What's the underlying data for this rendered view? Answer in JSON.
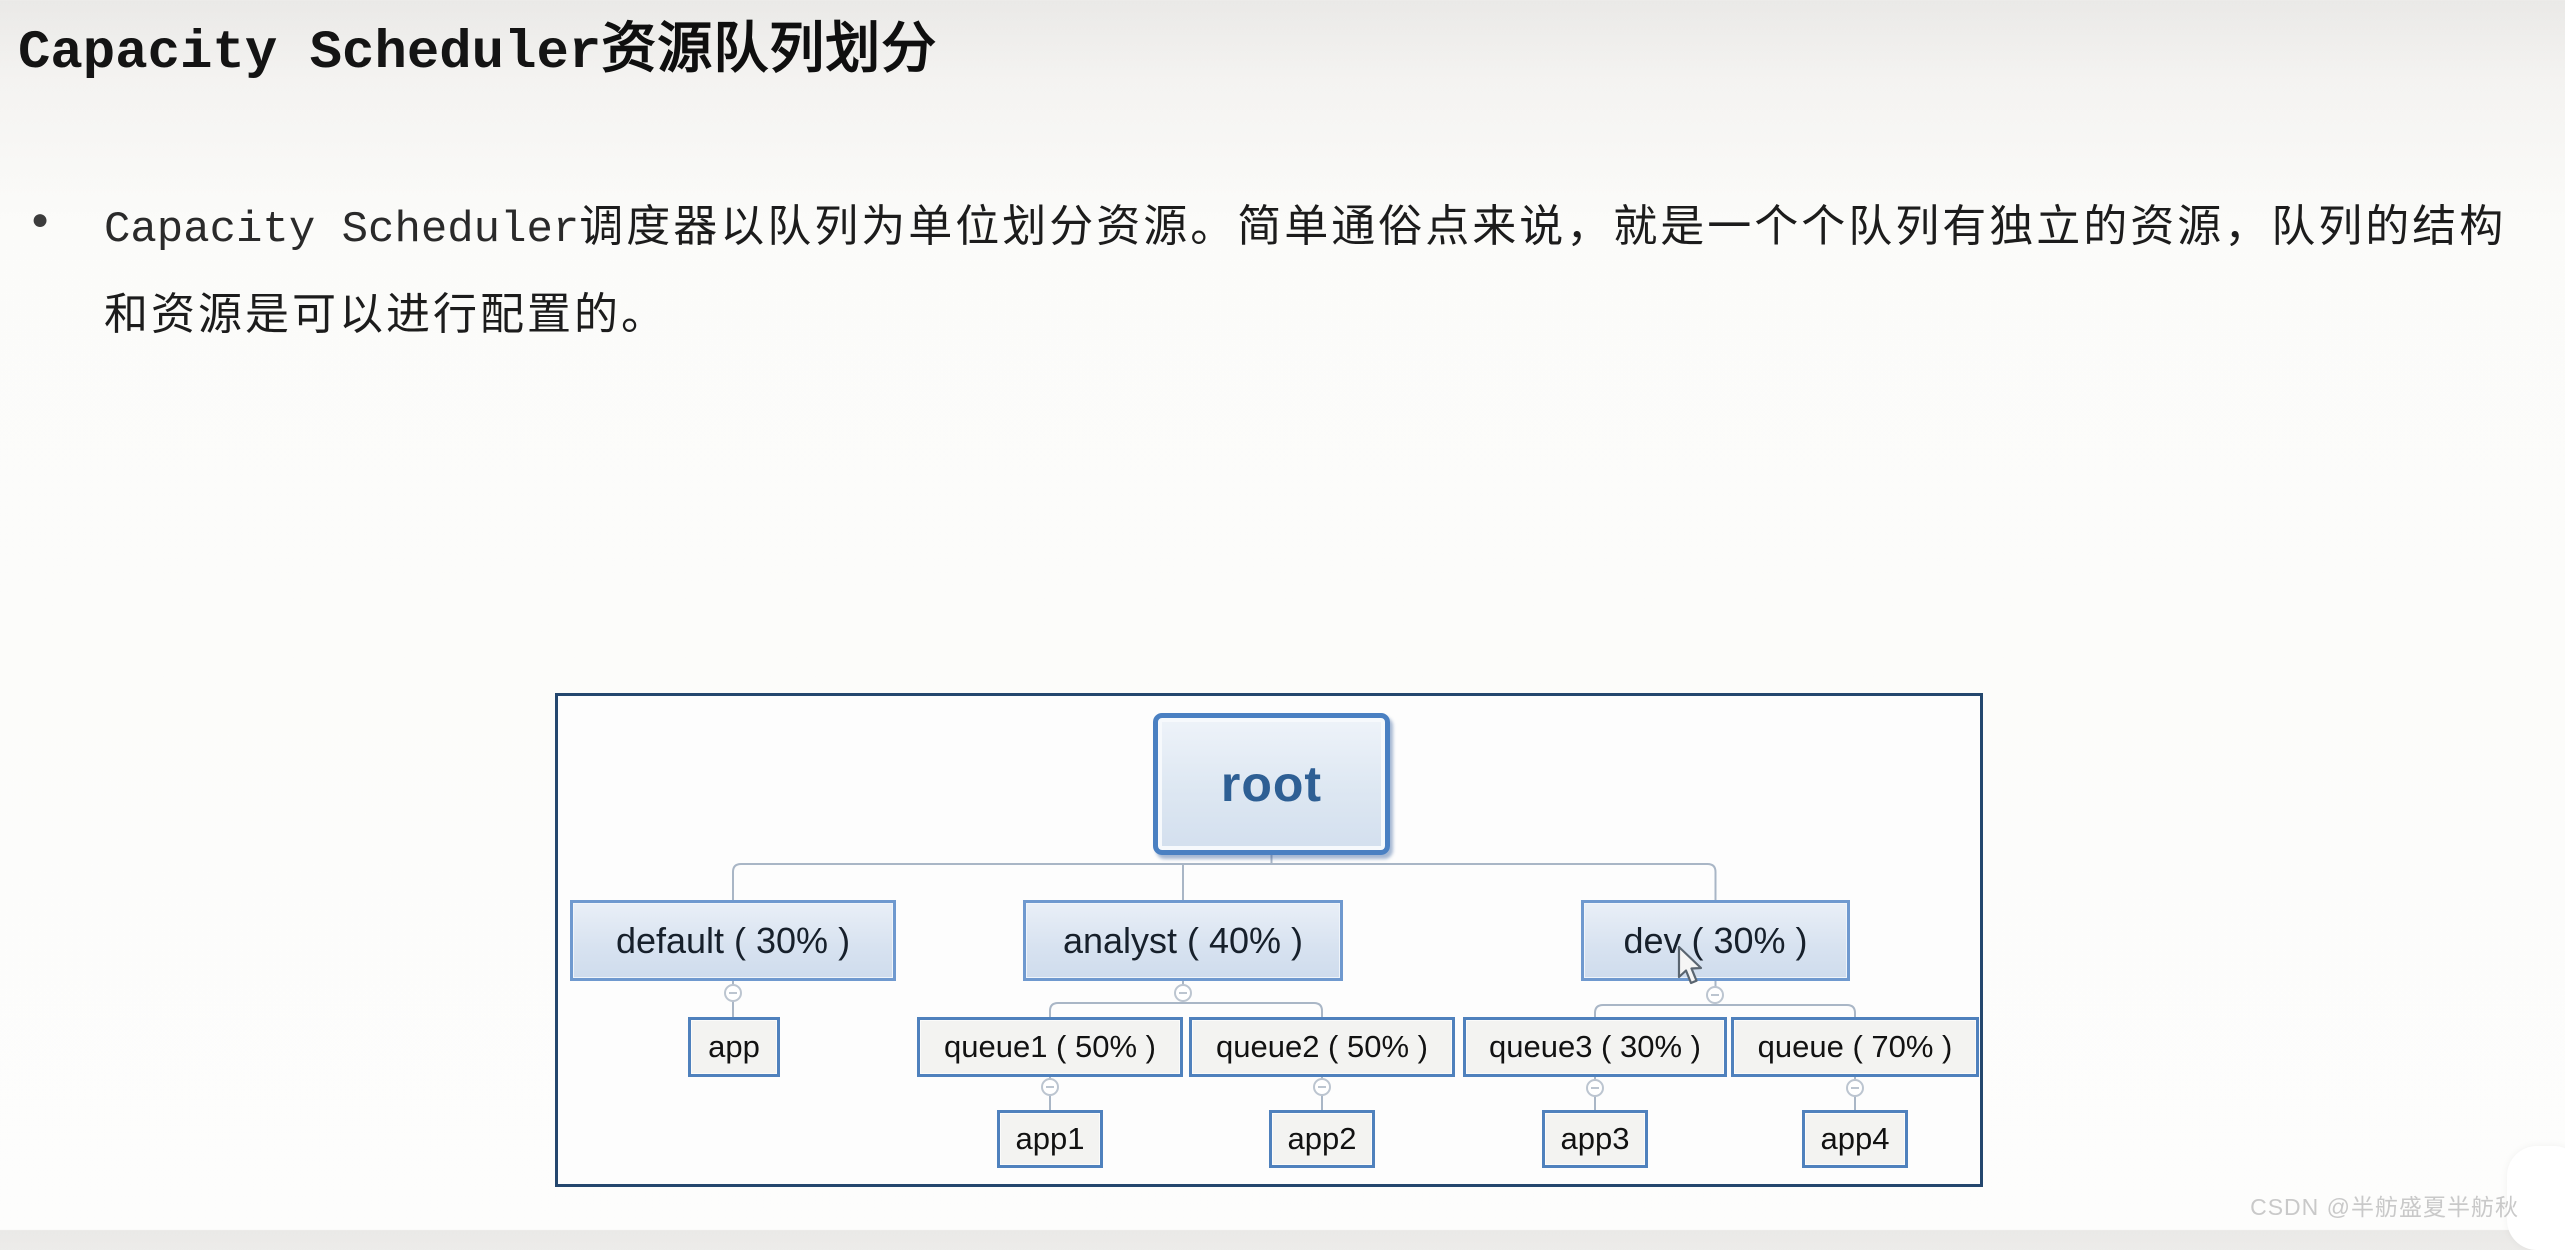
{
  "title": {
    "en": "Capacity Scheduler",
    "zh": "资源队列划分"
  },
  "bullet": {
    "marker": "●",
    "en": "Capacity Scheduler",
    "line1_zh": "调度器以队列为单位划分资源。简单通俗点来说，就是一个个队列有独立的资源，队列的结构",
    "line2": "和资源是可以进行配置的。"
  },
  "diagram": {
    "type": "tree",
    "root": "root",
    "level2": [
      "default ( 30% )",
      "analyst ( 40% )",
      "dev ( 30% )"
    ],
    "level3": [
      "app",
      "queue1 ( 50% )",
      "queue2 ( 50% )",
      "queue3 ( 30% )",
      "queue ( 70% )"
    ],
    "level4": [
      "app1",
      "app2",
      "app3",
      "app4"
    ],
    "hierarchy": {
      "root": [
        "default ( 30% )",
        "analyst ( 40% )",
        "dev ( 30% )"
      ],
      "default ( 30% )": [
        "app"
      ],
      "analyst ( 40% )": [
        "queue1 ( 50% )",
        "queue2 ( 50% )"
      ],
      "dev ( 30% )": [
        "queue3 ( 30% )",
        "queue ( 70% )"
      ],
      "queue1 ( 50% )": [
        "app1"
      ],
      "queue2 ( 50% )": [
        "app2"
      ],
      "queue3 ( 30% )": [
        "app3"
      ],
      "queue ( 70% )": [
        "app4"
      ]
    }
  },
  "watermark": "CSDN @半舫盛夏半舫秋",
  "colors": {
    "container_border": "#24476e",
    "node_border_blue": "#4f81bd",
    "level2_fill": "#d7e2f0",
    "level2_border": "#6f99cf",
    "root_border": "#4a80c2",
    "root_text": "#2e5f94",
    "connector": "#a9b6c6",
    "watermark_text": "#c9c9c9"
  }
}
